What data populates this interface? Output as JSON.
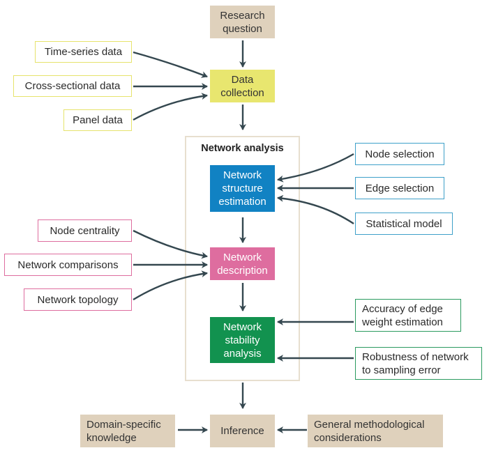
{
  "title": "",
  "top": {
    "research_question": "Research\nquestion"
  },
  "data_sources": {
    "time_series": "Time-series data",
    "cross_sectional": "Cross-sectional data",
    "panel": "Panel data"
  },
  "data_collection": "Data\ncollection",
  "network_analysis": {
    "title": "Network analysis",
    "structure_estimation": "Network\nstructure\nestimation",
    "description": "Network\ndescription",
    "stability": "Network\nstability\nanalysis"
  },
  "structure_inputs": {
    "node_selection": "Node selection",
    "edge_selection": "Edge selection",
    "statistical_model": "Statistical model"
  },
  "description_inputs": {
    "node_centrality": "Node centrality",
    "network_comparisons": "Network comparisons",
    "network_topology": "Network topology"
  },
  "stability_inputs": {
    "edge_weight": "Accuracy of edge\nweight estimation",
    "sampling_error": "Robustness of network\nto sampling error"
  },
  "bottom": {
    "domain_knowledge": "Domain-specific\nknowledge",
    "inference": "Inference",
    "methodological": "General methodological\nconsiderations"
  },
  "colors": {
    "tan": "#dfd1bc",
    "yellow": "#e8e66f",
    "blue": "#1182c3",
    "pink": "#de6d9f",
    "green": "#12924f",
    "arrow": "#34474f"
  }
}
